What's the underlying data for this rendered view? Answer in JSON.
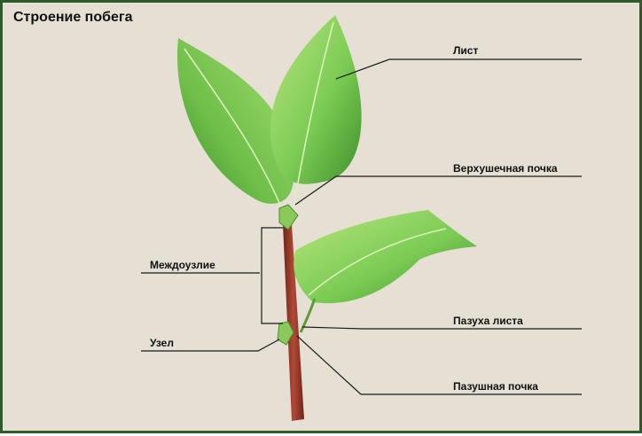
{
  "title": "Строение побега",
  "labels": {
    "leaf": "Лист",
    "apical_bud": "Верхушечная почка",
    "internode": "Междоузлие",
    "leaf_axil": "Пазуха листа",
    "node": "Узел",
    "axillary_bud": "Пазушная почка"
  },
  "colors": {
    "frame": "#2f5a2a",
    "background": "#e6dfd3",
    "leaf_light": "#9fd86a",
    "leaf_dark": "#3f8f2c",
    "stem": "#9b3b2e",
    "callout_line": "#1a1a1a"
  }
}
